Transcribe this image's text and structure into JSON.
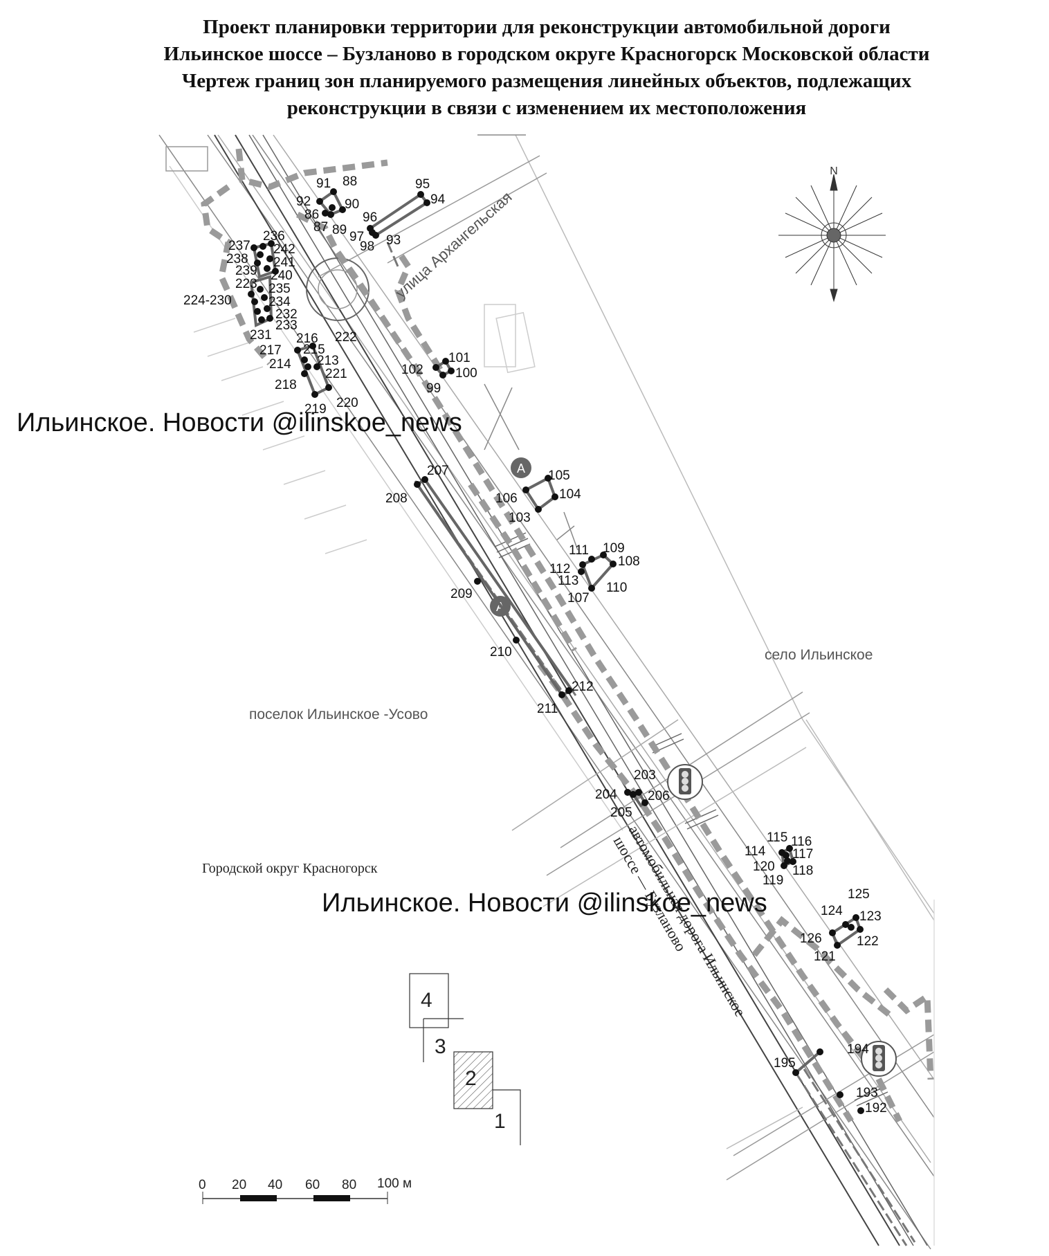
{
  "title": {
    "line1": "Проект планировки территории для реконструкции автомобильной дороги",
    "line2": "Ильинское шоссе – Бузланово в городском округе Красногорск Московской области",
    "line3": "Чертеж границ зон планируемого размещения линейных объектов, подлежащих",
    "line4": "реконструкции в связи с изменением их местоположения"
  },
  "watermarks": {
    "top": "Ильинское. Новости @ilinskoe_news",
    "bottom": "Ильинское. Новости @ilinskoe_news"
  },
  "places": {
    "street": "улица Архангельская",
    "village": "село Ильинское",
    "settlement": "поселок Ильинское -Усово",
    "district": "Городской округ Красногорск",
    "road_line1": "автомобильная дорога Ильинское",
    "road_line2": "шоссе — Бузланово"
  },
  "compass": {
    "north": "N"
  },
  "markers": {
    "a1": "A",
    "a2": "A"
  },
  "sheet_index": {
    "s1": "1",
    "s2": "2",
    "s3": "3",
    "s4": "4"
  },
  "scale_bar": {
    "t0": "0",
    "t20": "20",
    "t40": "40",
    "t60": "60",
    "t80": "80",
    "t100": "100 м"
  },
  "points": {
    "p86": "86",
    "p87": "87",
    "p88": "88",
    "p89": "89",
    "p90": "90",
    "p91": "91",
    "p92": "92",
    "p93": "93",
    "p94": "94",
    "p95": "95",
    "p96": "96",
    "p97": "97",
    "p98": "98",
    "p99": "99",
    "p100": "100",
    "p101": "101",
    "p102": "102",
    "p103": "103",
    "p104": "104",
    "p105": "105",
    "p106": "106",
    "p107": "107",
    "p108": "108",
    "p109": "109",
    "p110": "110",
    "p111": "111",
    "p112": "112",
    "p113": "113",
    "p114": "114",
    "p115": "115",
    "p116": "116",
    "p117": "117",
    "p118": "118",
    "p119": "119",
    "p120": "120",
    "p121": "121",
    "p122": "122",
    "p123": "123",
    "p124": "124",
    "p125": "125",
    "p126": "126",
    "p192": "192",
    "p193": "193",
    "p194": "194",
    "p195": "195",
    "p203": "203",
    "p204": "204",
    "p205": "205",
    "p206": "206",
    "p207": "207",
    "p208": "208",
    "p209": "209",
    "p210": "210",
    "p211": "211",
    "p212": "212",
    "p213": "213",
    "p214": "214",
    "p215": "215",
    "p216": "216",
    "p217": "217",
    "p218": "218",
    "p219": "219",
    "p220": "220",
    "p221": "221",
    "p222": "222",
    "p223": "223",
    "p224_230": "224-230",
    "p231": "231",
    "p232": "232",
    "p233": "233",
    "p234": "234",
    "p235": "235",
    "p236": "236",
    "p237": "237",
    "p238": "238",
    "p239": "239",
    "p240": "240",
    "p241": "241",
    "p242": "242"
  }
}
